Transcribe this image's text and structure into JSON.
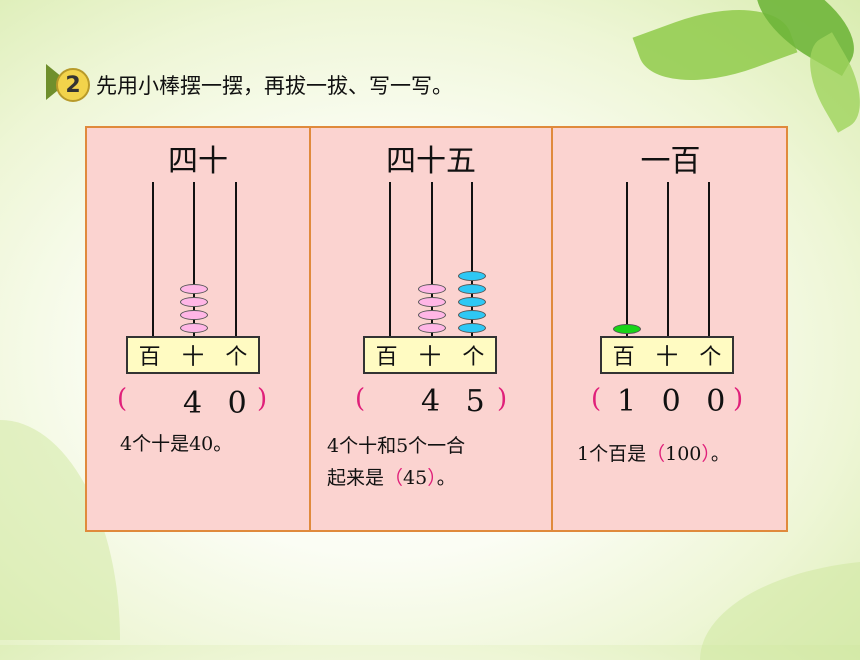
{
  "header": {
    "number": "2",
    "instruction": "先用小棒摆一摆，再拔一拔、写一写。"
  },
  "columns": [
    {
      "title": "四十",
      "place_labels": [
        "百",
        "十",
        "个"
      ],
      "beads": {
        "hundreds": 0,
        "tens": 4,
        "ones": 0
      },
      "answer": "4 0",
      "statement": {
        "line1": "4个十是40。"
      }
    },
    {
      "title": "四十五",
      "place_labels": [
        "百",
        "十",
        "个"
      ],
      "beads": {
        "hundreds": 0,
        "tens": 4,
        "ones": 5
      },
      "answer": "4 5",
      "statement": {
        "line1": "4个十和5个一合",
        "line2_prefix": "起来是",
        "line2_value": "45",
        "line2_suffix": "。"
      }
    },
    {
      "title": "一百",
      "place_labels": [
        "百",
        "十",
        "个"
      ],
      "beads": {
        "hundreds": 1,
        "tens": 0,
        "ones": 0
      },
      "answer": "1 0 0",
      "statement": {
        "prefix": "1个百是",
        "value": "100",
        "suffix": "。"
      }
    }
  ],
  "parens": {
    "open": "(",
    "close": ")",
    "open_fw": "（",
    "close_fw": "）"
  },
  "colors": {
    "panel": "#fbd3d0",
    "border": "#e08a3c",
    "tens_bead": "#ffb6e6",
    "ones_bead": "#2ec8f5",
    "hundreds_bead": "#18d418",
    "paren": "#e0207a"
  }
}
